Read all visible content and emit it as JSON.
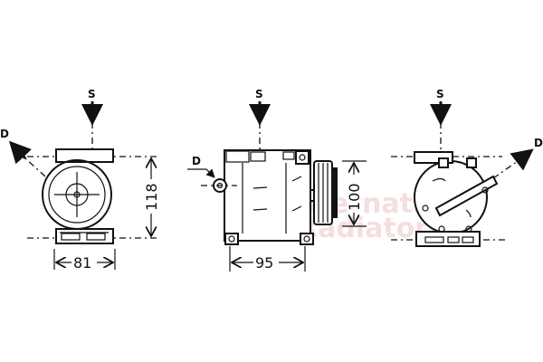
{
  "views": {
    "front": {
      "suction_label": "S",
      "discharge_label": "D",
      "width_dim": "81",
      "height_dim": "118"
    },
    "side": {
      "suction_label": "S",
      "discharge_label": "D",
      "width_dim": "95",
      "height_dim": "100"
    },
    "rear": {
      "suction_label": "S",
      "discharge_label": "D"
    }
  },
  "watermark": {
    "line1": "International",
    "line2": "Radiators"
  },
  "colors": {
    "line": "#111111",
    "watermark": "#e9b8b8"
  }
}
